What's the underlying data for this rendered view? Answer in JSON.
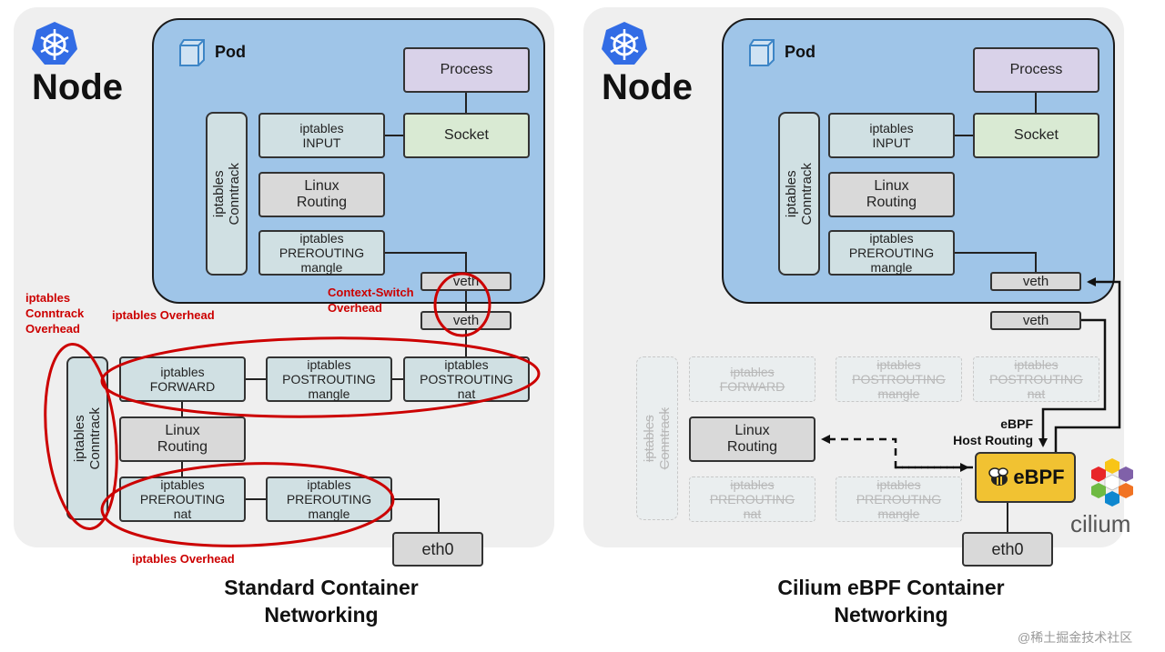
{
  "left": {
    "node": "Node",
    "pod": "Pod",
    "process": "Process",
    "socket": "Socket",
    "ipt_input": "iptables\nINPUT",
    "linux_routing_pod": "Linux\nRouting",
    "ipt_prerouting_mangle_pod": "iptables\nPREROUTING\nmangle",
    "conntrack_pod": "iptables\nConntrack",
    "veth_pod": "veth",
    "veth_host": "veth",
    "ipt_forward": "iptables\nFORWARD",
    "ipt_postrouting_mangle": "iptables\nPOSTROUTING\nmangle",
    "ipt_postrouting_nat": "iptables\nPOSTROUTING\nnat",
    "linux_routing_host": "Linux\nRouting",
    "ipt_prerouting_nat": "iptables\nPREROUTING\nnat",
    "ipt_prerouting_mangle_host": "iptables\nPREROUTING\nmangle",
    "conntrack_host": "iptables\nConntrack",
    "eth0": "eth0",
    "annot_conntrack_overhead": "iptables\nConntrack\nOverhead",
    "annot_iptables_overhead_top": "iptables Overhead",
    "annot_context_switch": "Context-Switch\nOverhead",
    "annot_iptables_overhead_bottom": "iptables Overhead",
    "caption": "Standard Container\nNetworking"
  },
  "right": {
    "node": "Node",
    "pod": "Pod",
    "process": "Process",
    "socket": "Socket",
    "ipt_input": "iptables\nINPUT",
    "linux_routing_pod": "Linux\nRouting",
    "ipt_prerouting_mangle_pod": "iptables\nPREROUTING\nmangle",
    "conntrack_pod": "iptables\nConntrack",
    "veth_pod": "veth",
    "veth_host": "veth",
    "ghost_forward": "iptables\nFORWARD",
    "ghost_postrouting_mangle": "iptables\nPOSTROUTING\nmangle",
    "ghost_postrouting_nat": "iptables\nPOSTROUTING\nnat",
    "linux_routing_host": "Linux\nRouting",
    "ghost_prerouting_nat": "iptables\nPREROUTING\nnat",
    "ghost_prerouting_mangle": "iptables\nPREROUTING\nmangle",
    "ghost_conntrack": "iptables\nConntrack",
    "ebpf_host_routing": "eBPF\nHost Routing",
    "ebpf_logo_text": "eBPF",
    "cilium_logo_text": "cilium",
    "eth0": "eth0",
    "caption": "Cilium eBPF Container\nNetworking"
  },
  "watermark": "@稀土掘金技术社区",
  "colors": {
    "panel": "#efefef",
    "pod": "#9fc5e8",
    "iptables": "#d0e0e3",
    "grey_box": "#d9d9d9",
    "process": "#d9d2e9",
    "socket": "#d9ead3",
    "overhead_red": "#cc0000",
    "ebpf": "#f1c232",
    "k8s_blue": "#326ce5"
  },
  "icons": [
    "kubernetes-logo",
    "pod-cube-icon",
    "ebpf-bee-logo",
    "cilium-hexagon-logo"
  ]
}
